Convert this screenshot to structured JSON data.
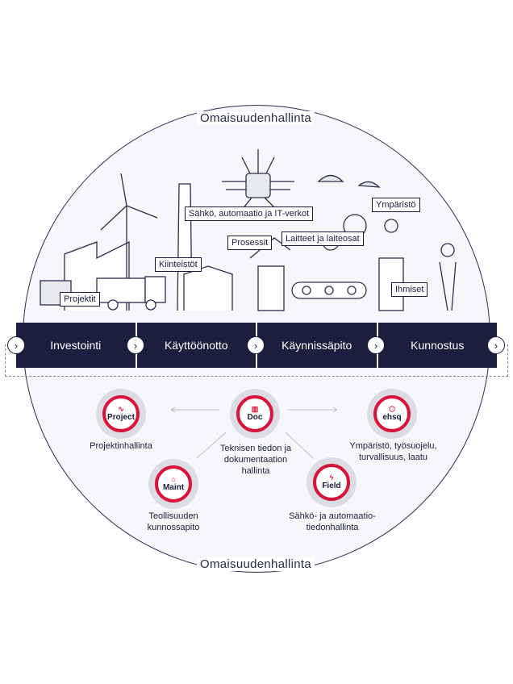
{
  "title_top": "Omaisuudenhallinta",
  "title_bottom": "Omaisuudenhallinta",
  "illustration_labels": {
    "projektit": "Projektit",
    "kiinteistot": "Kiinteistöt",
    "sahko": "Sähkö, automaatio ja IT-verkot",
    "prosessit": "Prosessit",
    "laitteet": "Laitteet ja laiteosat",
    "ymparisto": "Ympäristö",
    "ihmiset": "Ihmiset"
  },
  "lifecycle": [
    "Investointi",
    "Käyttöönotto",
    "Käynnissäpito",
    "Kunnostus"
  ],
  "modules": [
    {
      "name": "Project",
      "caption": "Projektinhallinta",
      "icon": "pulse-icon"
    },
    {
      "name": "Doc",
      "caption": "Teknisen tiedon ja dokumentaation hallinta",
      "icon": "chart-icon"
    },
    {
      "name": "ehsq",
      "caption": "Ympäristö, työsuojelu, turvallisuus, laatu",
      "icon": "cubes-icon"
    },
    {
      "name": "Maint",
      "caption": "Teollisuuden kunnossapito",
      "icon": "building-icon"
    },
    {
      "name": "Field",
      "caption": "Sähkö- ja automaatio-tiedonhallinta",
      "icon": "lightning-icon"
    }
  ],
  "colors": {
    "navy": "#1b1e3d",
    "red": "#d8143a"
  }
}
